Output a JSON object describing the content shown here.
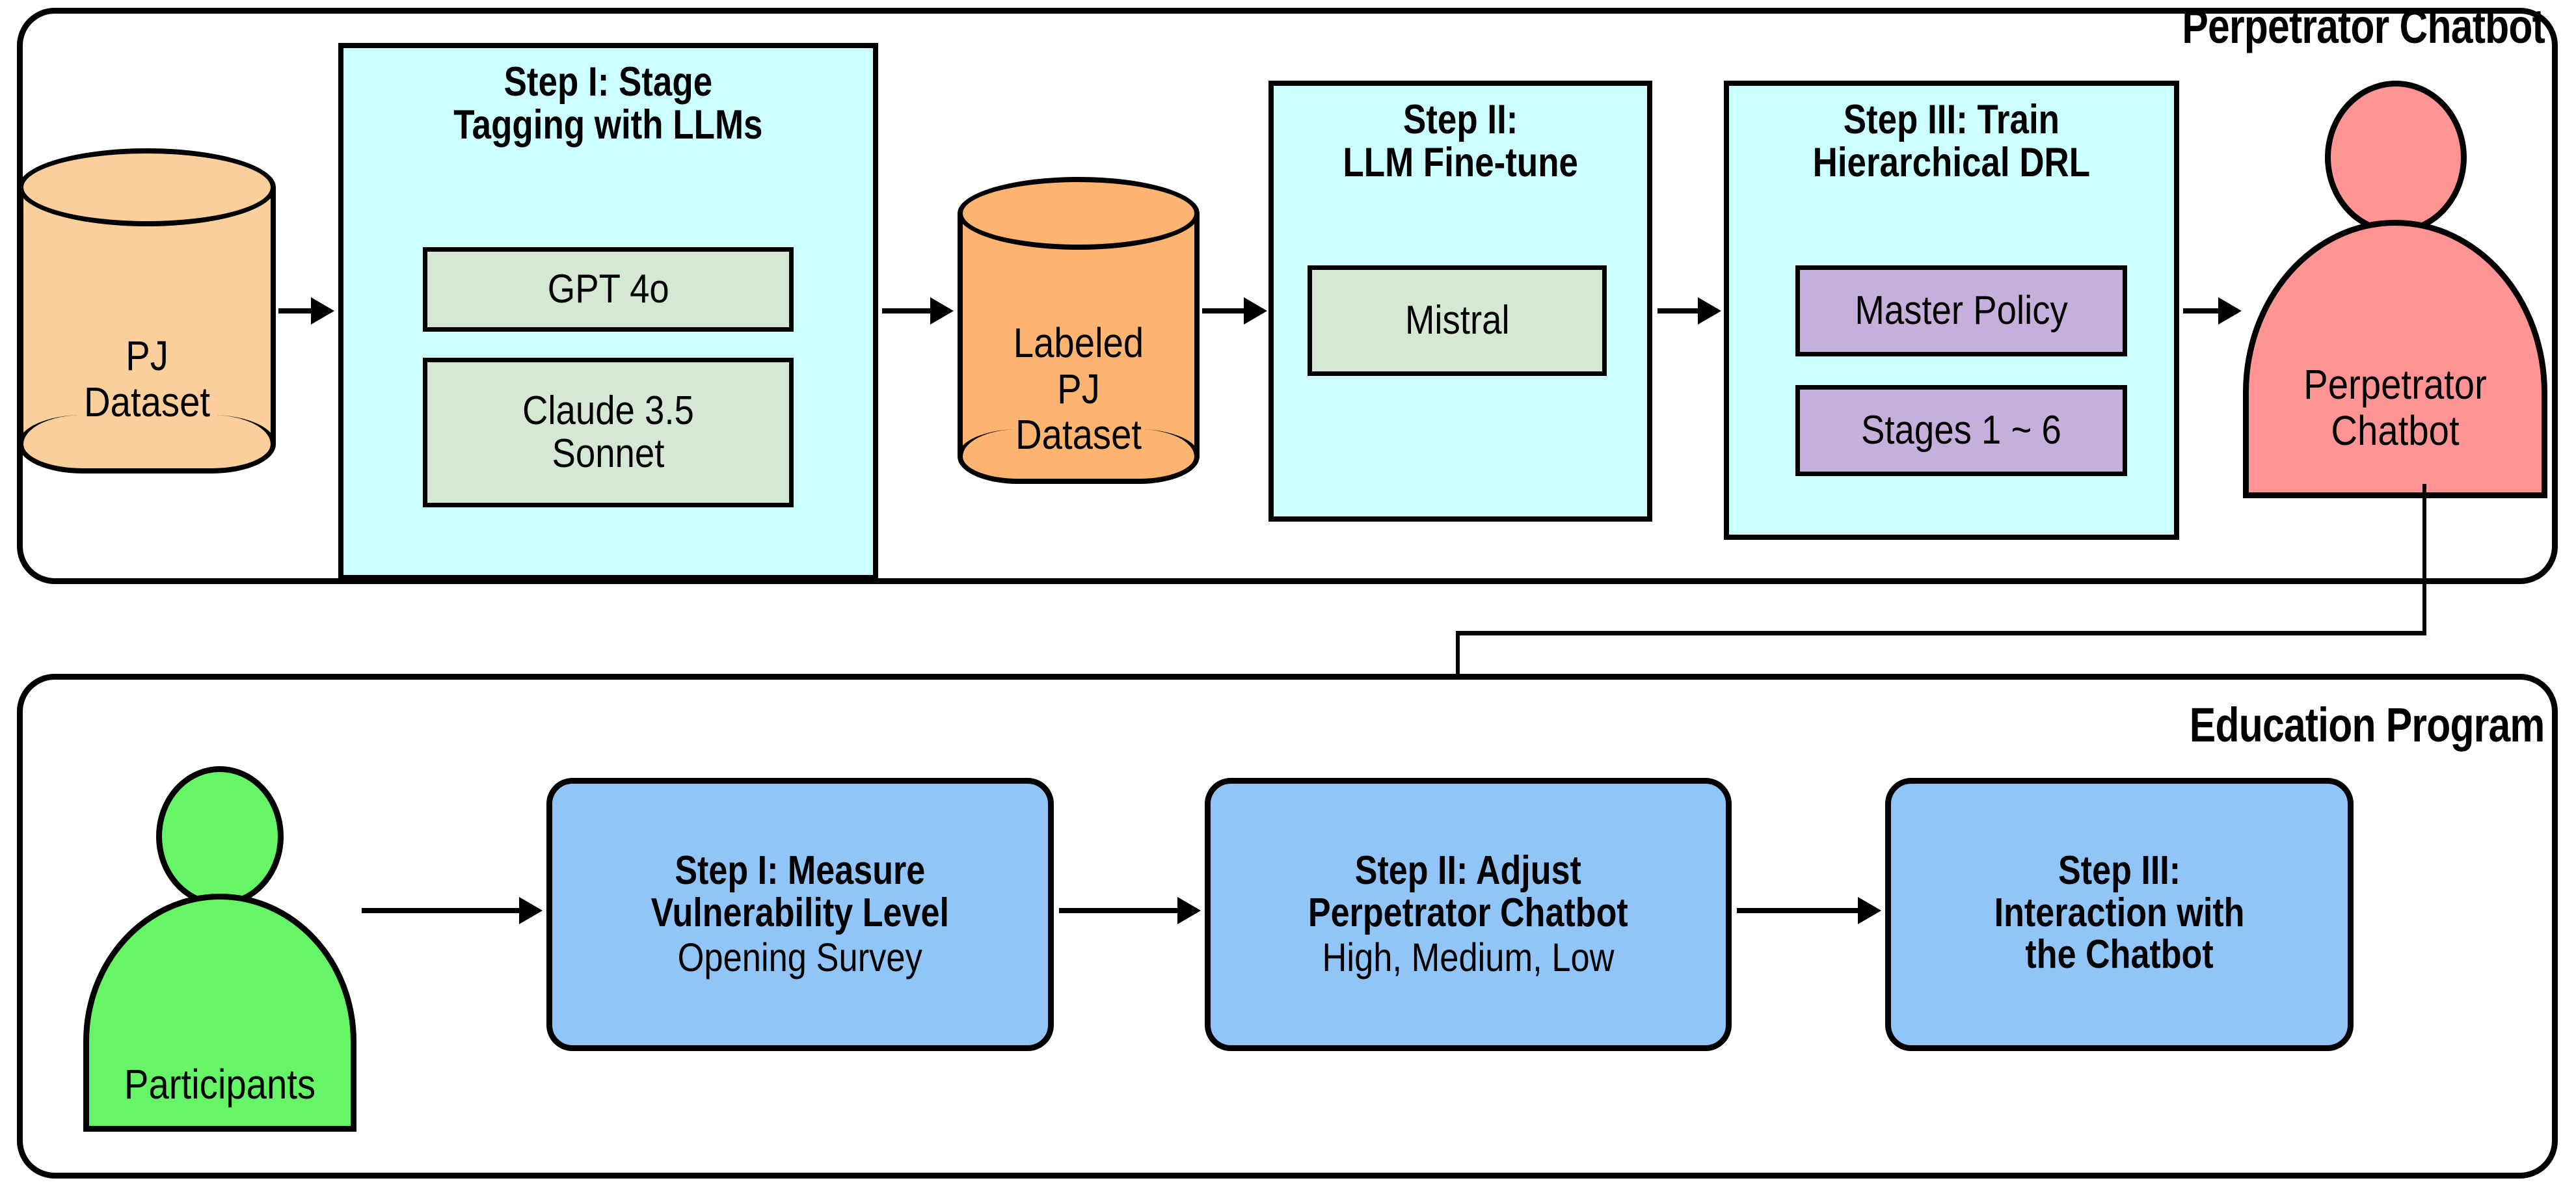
{
  "panels": {
    "perpetrator": {
      "title": "Perpetrator Chatbot"
    },
    "education": {
      "title": "Education Program"
    }
  },
  "perpetrator_pipeline": {
    "input_dataset": {
      "label": "PJ\nDataset",
      "color": "#FACF9C"
    },
    "labeled_dataset": {
      "label": "Labeled\nPJ\nDataset",
      "color": "#FCB470"
    },
    "steps": [
      {
        "heading": "Step I: Stage\nTagging with LLMs",
        "color": "#CCFFFF",
        "chips": [
          {
            "label": "GPT 4o",
            "color": "#D5E8D4"
          },
          {
            "label": "Claude 3.5\nSonnet",
            "color": "#D5E8D4"
          }
        ]
      },
      {
        "heading": "Step II:\nLLM Fine-tune",
        "color": "#CCFFFF",
        "chips": [
          {
            "label": "Mistral",
            "color": "#D5E8D4"
          }
        ]
      },
      {
        "heading": "Step III: Train\nHierarchical DRL",
        "color": "#CCFFFF",
        "chips": [
          {
            "label": "Master Policy",
            "color": "#C7AFDB"
          },
          {
            "label": "Stages 1 ~ 6",
            "color": "#C7AFDB"
          }
        ]
      }
    ],
    "output_actor": {
      "label": "Perpetrator\nChatbot",
      "color": "#FF9494"
    }
  },
  "education_program": {
    "actor": {
      "label": "Participants",
      "color": "#66F566"
    },
    "steps": [
      {
        "heading": "Step I: Measure\nVulnerability Level",
        "subtext": "Opening Survey",
        "color": "#92C5F7"
      },
      {
        "heading": "Step II: Adjust\nPerpetrator Chatbot",
        "subtext": "High, Medium, Low",
        "color": "#92C5F7"
      },
      {
        "heading": "Step III:\nInteraction with\nthe Chatbot",
        "subtext": "",
        "color": "#92C5F7"
      }
    ]
  }
}
